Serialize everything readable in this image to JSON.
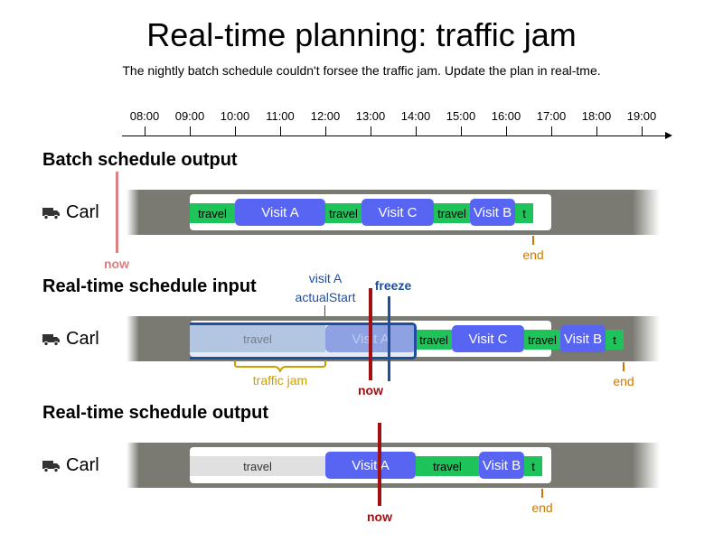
{
  "title": "Real-time planning: traffic jam",
  "subtitle": "The nightly batch schedule couldn't forsee the traffic jam. Update the plan in real-tme.",
  "timeline": {
    "ticks": [
      "08:00",
      "09:00",
      "10:00",
      "11:00",
      "12:00",
      "13:00",
      "14:00",
      "15:00",
      "16:00",
      "17:00",
      "18:00",
      "19:00"
    ]
  },
  "sections": {
    "batch": {
      "title": "Batch schedule output",
      "vehicle": "Carl",
      "segments": [
        "travel",
        "Visit A",
        "travel",
        "Visit C",
        "travel",
        "Visit B",
        "t"
      ],
      "end_label": "end",
      "now_label": "now"
    },
    "realtime_input": {
      "title": "Real-time schedule input",
      "vehicle": "Carl",
      "segments": [
        "travel",
        "Visit A",
        "travel",
        "Visit C",
        "travel",
        "Visit B",
        "t"
      ],
      "end_label": "end",
      "now_label": "now",
      "annotation_actual_start_1": "visit A",
      "annotation_actual_start_2": "actualStart",
      "annotation_freeze": "freeze",
      "annotation_traffic_jam": "traffic jam"
    },
    "realtime_output": {
      "title": "Real-time schedule output",
      "vehicle": "Carl",
      "segments": [
        "travel",
        "Visit A",
        "travel",
        "Visit B",
        "t"
      ],
      "end_label": "end",
      "now_label": "now"
    }
  },
  "colors": {
    "travel": "#1ec35a",
    "visit": "#5865f2",
    "now": "#a01010",
    "now_faded": "#d98080",
    "end": "#cc7a00",
    "freeze": "#1f4e9a",
    "traffic_jam": "#c9a000"
  },
  "icons": {
    "vehicle": "truck-icon"
  }
}
